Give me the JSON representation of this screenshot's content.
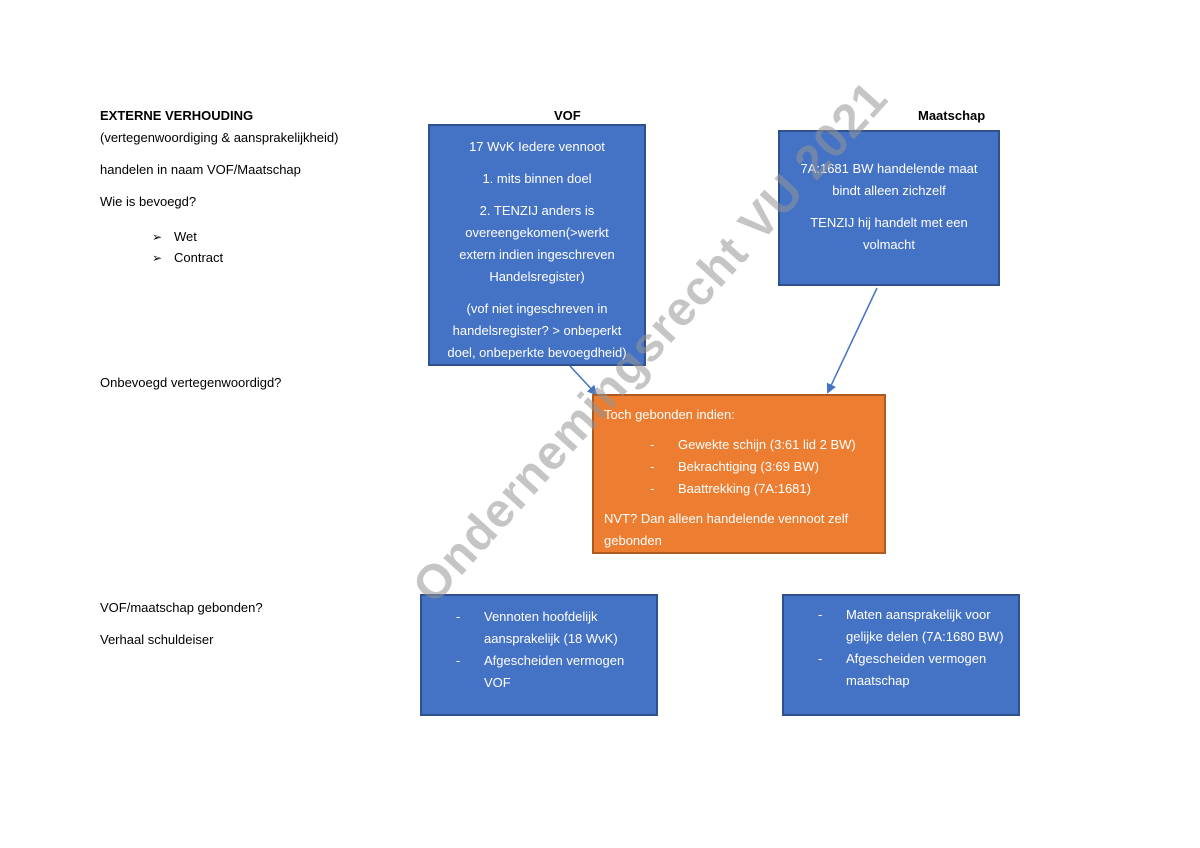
{
  "left": {
    "heading": "EXTERNE VERHOUDING",
    "subheading": "(vertegenwoordiging & aansprakelijkheid)",
    "line1": "handelen in naam VOF/Maatschap",
    "line2": "Wie is bevoegd?",
    "bullets": [
      "Wet",
      "Contract"
    ],
    "onbevoegd": "Onbevoegd vertegenwoordigd?",
    "gebonden": "VOF/maatschap gebonden?",
    "verhaal": "Verhaal schuldeiser"
  },
  "columns": {
    "vof": "VOF",
    "maatschap": "Maatschap"
  },
  "vof_box": {
    "p1": "17 WvK Iedere vennoot",
    "p2": "1. mits binnen doel",
    "p3a": "2. TENZIJ anders is",
    "p3b": "overeengekomen(>werkt",
    "p3c": "extern indien ingeschreven",
    "p3d": "Handelsregister)",
    "p4a": "(vof niet ingeschreven in",
    "p4b": "handelsregister? > onbeperkt",
    "p4c": "doel, onbeperkte bevoegdheid)"
  },
  "maatschap_box": {
    "p1a": "7A:1681  BW handelende maat",
    "p1b": "bindt alleen zichzelf",
    "p2a": "TENZIJ hij handelt met een",
    "p2b": "volmacht"
  },
  "orange_box": {
    "intro": "Toch gebonden indien:",
    "items": [
      "Gewekte schijn (3:61 lid 2 BW)",
      "Bekrachtiging (3:69 BW)",
      "Baattrekking (7A:1681)"
    ],
    "nvt_a": "NVT? Dan alleen handelende vennoot zelf",
    "nvt_b": "gebonden"
  },
  "vof_liability": {
    "items": [
      "Vennoten hoofdelijk aansprakelijk (18 WvK)",
      "Afgescheiden vermogen VOF"
    ]
  },
  "maatschap_liability": {
    "items": [
      "Maten aansprakelijk voor gelijke delen (7A:1680 BW)",
      "Afgescheiden vermogen maatschap"
    ]
  },
  "watermark": "Ondernemingsrecht VU 2021",
  "colors": {
    "blue": "#4472c4",
    "orange": "#ed7d31",
    "arrow": "#4472c4"
  }
}
